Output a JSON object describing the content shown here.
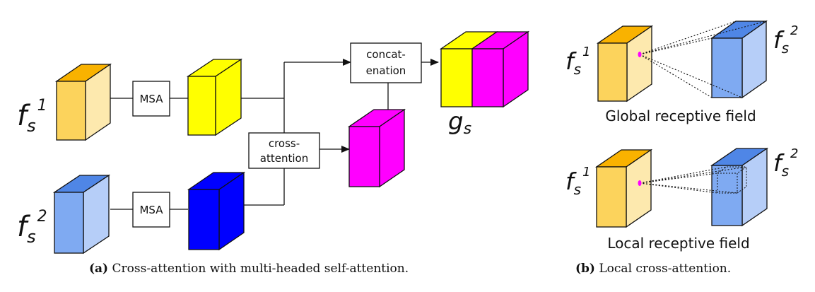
{
  "panel_a": {
    "top_input": {
      "sym": "f",
      "sub": "s",
      "sup": "1"
    },
    "bottom_input": {
      "sym": "f",
      "sub": "s",
      "sup": "2"
    },
    "msa_top": "MSA",
    "msa_bottom": "MSA",
    "cross_attention": [
      "cross-",
      "attention"
    ],
    "concatenation": [
      "concat-",
      "enation"
    ],
    "output": {
      "sym": "g",
      "sub": "s"
    },
    "caption": {
      "tag": "(a)",
      "text": "Cross-attention with multi-headed self-attention."
    }
  },
  "panel_b": {
    "global": {
      "left": {
        "sym": "f",
        "sub": "s",
        "sup": "1"
      },
      "right": {
        "sym": "f",
        "sub": "s",
        "sup": "2"
      },
      "label": "Global receptive field"
    },
    "local": {
      "left": {
        "sym": "f",
        "sub": "s",
        "sup": "1"
      },
      "right": {
        "sym": "f",
        "sub": "s",
        "sup": "2"
      },
      "label": "Local receptive field"
    },
    "caption": {
      "tag": "(b)",
      "text": "Local cross-attention."
    }
  },
  "colors": {
    "orange_front": "#FCD35C",
    "orange_side": "#FDE9AE",
    "orange_top": "#F9B200",
    "blue_front": "#7FAAF2",
    "blue_side": "#B6CEF8",
    "blue_top": "#4F86E6",
    "yellow": "#FFFF00",
    "magenta": "#FF00FF",
    "dark_blue": "#0000FF"
  }
}
